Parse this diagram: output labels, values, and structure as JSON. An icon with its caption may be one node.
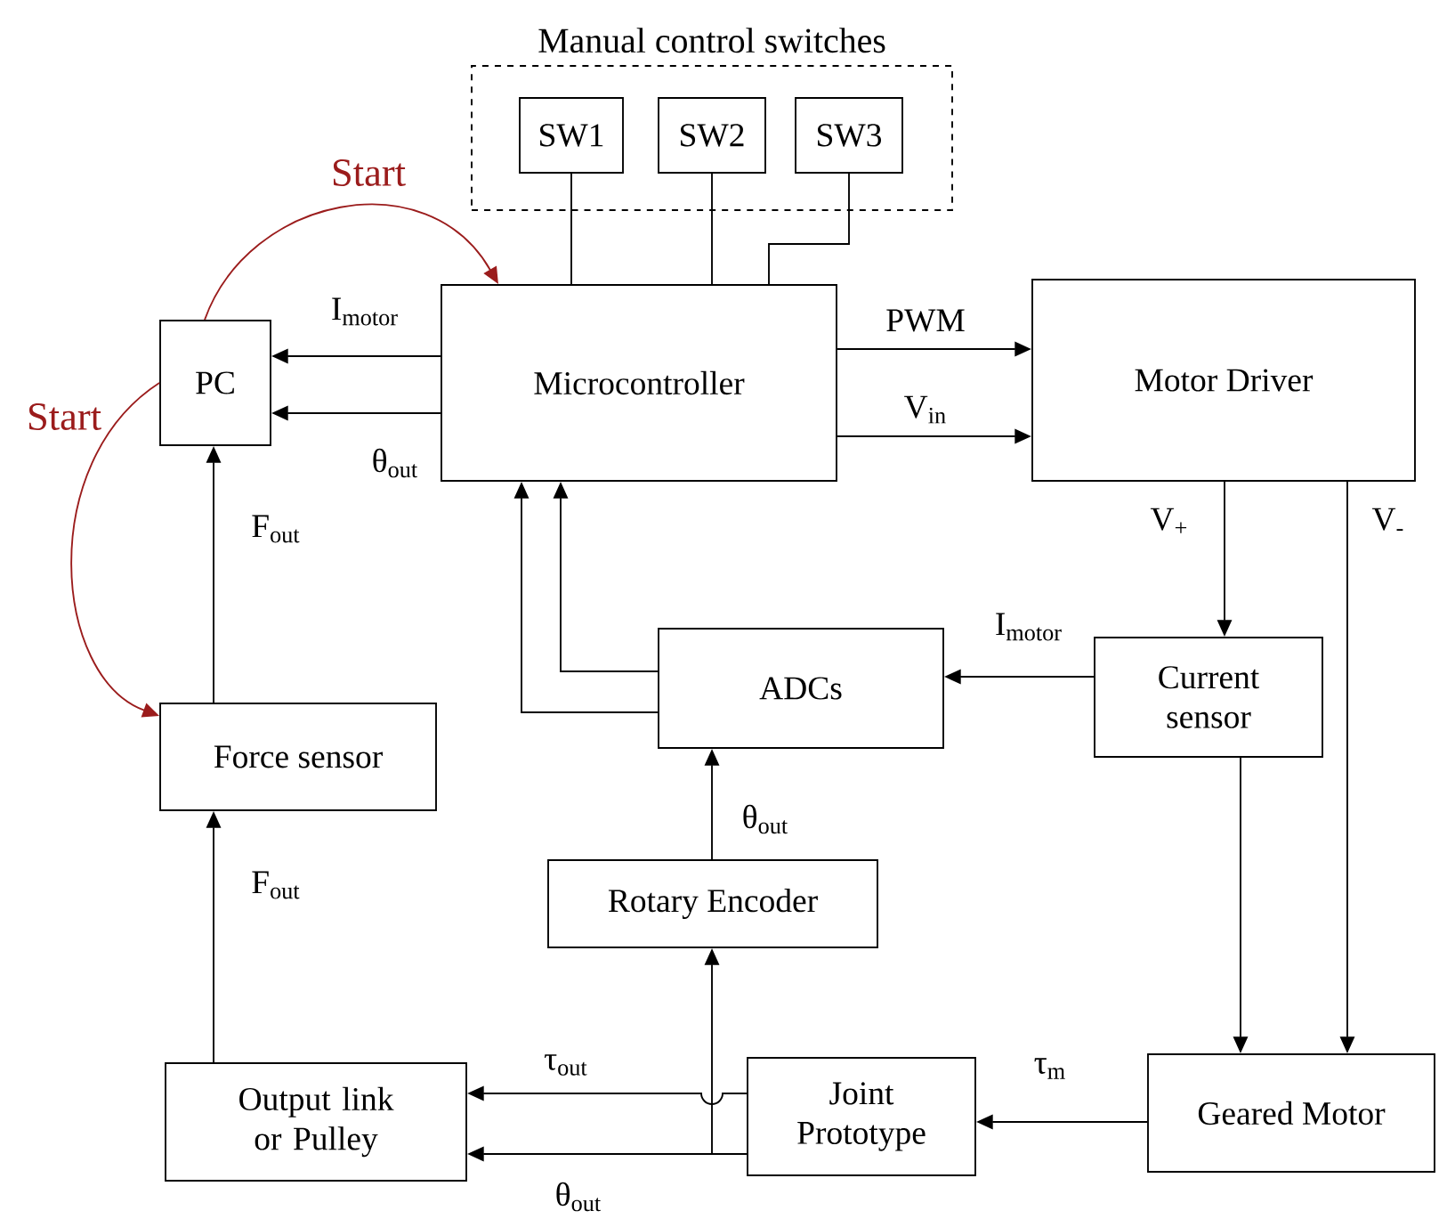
{
  "diagram": {
    "nodes": [
      {
        "text": [
          "Manual control switches"
        ]
      },
      {
        "text": [
          "SW1"
        ],
        "in": 0
      },
      {
        "text": [
          "SW2"
        ],
        "in": 0
      },
      {
        "text": [
          "SW3"
        ],
        "in": 0
      },
      {
        "text": [
          "PC"
        ]
      },
      {
        "text": [
          "Microcontroller"
        ]
      },
      {
        "text": [
          "Motor Driver"
        ]
      },
      {
        "text": [
          "Force sensor"
        ]
      },
      {
        "text": [
          "ADCs"
        ]
      },
      {
        "text": [
          "Current sensor"
        ]
      },
      {
        "text": [
          "Rotary Encoder"
        ]
      },
      {
        "text": [
          "Output link or Pulley"
        ]
      },
      {
        "text": [
          "Joint Prototype"
        ]
      },
      {
        "text": [
          "Geared Motor"
        ]
      }
    ],
    "edges": [
      {
        "from": 1,
        "to": 5,
        "arrow": "none"
      },
      {
        "from": 2,
        "to": 5,
        "arrow": "none"
      },
      {
        "from": 3,
        "to": 5,
        "arrow": "none"
      },
      {
        "from": 4,
        "to": 5,
        "arrow": "to",
        "label": "Start",
        "color": "#9b1c1c"
      },
      {
        "from": 4,
        "to": 7,
        "arrow": "to",
        "label": "Start",
        "color": "#9b1c1c"
      },
      {
        "from": 5,
        "to": 4,
        "arrow": "to",
        "label": "I$_{motor}$"
      },
      {
        "from": 5,
        "to": 4,
        "arrow": "to",
        "label": "θ$_{out}$"
      },
      {
        "from": 7,
        "to": 4,
        "arrow": "to",
        "label": "F$_{out}$"
      },
      {
        "from": 5,
        "to": 6,
        "arrow": "to",
        "label": "PWM"
      },
      {
        "from": 5,
        "to": 6,
        "arrow": "to",
        "label": "V$_{in}$"
      },
      {
        "from": 6,
        "to": 9,
        "arrow": "to",
        "label": "V$_{+}$"
      },
      {
        "from": 6,
        "to": 13,
        "arrow": "to",
        "label": "V$_{-}$"
      },
      {
        "from": 9,
        "to": 8,
        "arrow": "to",
        "label": "I$_{motor}$"
      },
      {
        "from": 8,
        "to": 5,
        "arrow": "to"
      },
      {
        "from": 8,
        "to": 5,
        "arrow": "to"
      },
      {
        "from": 9,
        "to": 13,
        "arrow": "to"
      },
      {
        "from": 10,
        "to": 8,
        "arrow": "to",
        "label": "θ$_{out}$"
      },
      {
        "from": 12,
        "to": 10,
        "arrow": "to"
      },
      {
        "from": 12,
        "to": 11,
        "arrow": "to",
        "label": "τ$_{out}$"
      },
      {
        "from": 12,
        "to": 11,
        "arrow": "to",
        "label": "θ$_{out}$"
      },
      {
        "from": 13,
        "to": 12,
        "arrow": "to",
        "label": "τ$_{m}$"
      },
      {
        "from": 11,
        "to": 7,
        "arrow": "to",
        "label": "F$_{out}$"
      }
    ]
  }
}
